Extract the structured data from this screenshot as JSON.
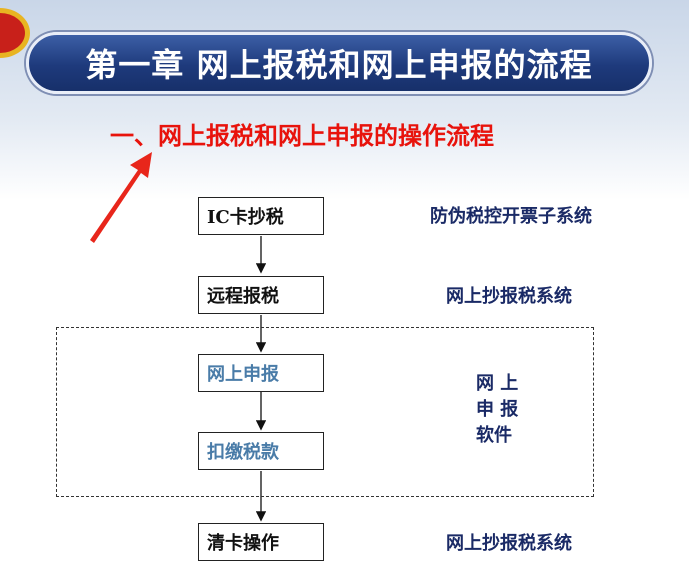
{
  "title": "第一章  网上报税和网上申报的流程",
  "subtitle": "一、网上报税和网上申报的操作流程",
  "colors": {
    "title_bar": "#1e3a7c",
    "subtitle_red": "#e8130c",
    "blue_step": "#4a7ca8",
    "side_label": "#1a2a66",
    "pointer_arrow": "#e8261b"
  },
  "steps": [
    {
      "label": "IC卡抄税",
      "style": "dark"
    },
    {
      "label": "远程报税",
      "style": "dark"
    },
    {
      "label": "网上申报",
      "style": "blue"
    },
    {
      "label": "扣缴税款",
      "style": "blue"
    },
    {
      "label": "清卡操作",
      "style": "dark"
    }
  ],
  "side_labels": {
    "step1": "防伪税控开票子系统",
    "step2": "网上抄报税系统",
    "group_lines": [
      "网 上",
      "申 报",
      "软件"
    ],
    "step5": "网上抄报税系统"
  }
}
